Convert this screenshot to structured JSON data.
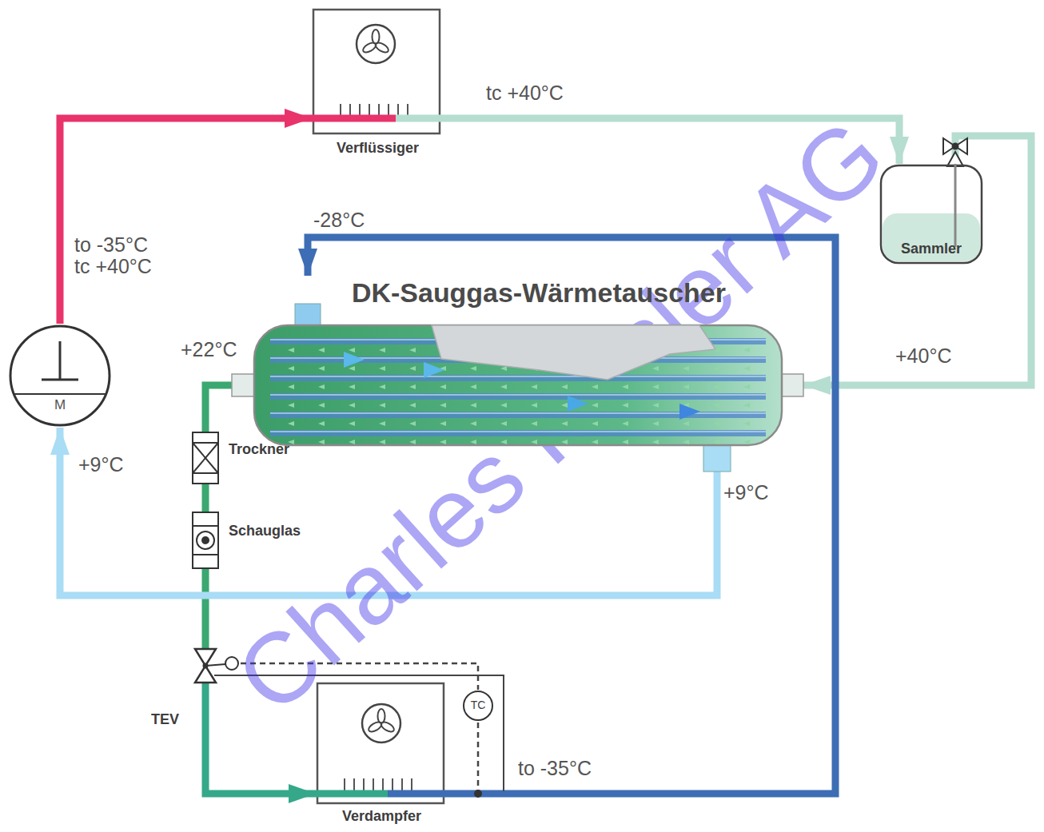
{
  "diagram": {
    "nodes": [
      {
        "text": [
          "Verflüssiger"
        ]
      },
      {
        "text": [
          "Sammler"
        ]
      },
      {
        "text": [
          "DK-Sauggas-Wärmetauscher"
        ]
      },
      {
        "text": [
          "M"
        ]
      },
      {
        "text": [
          "Trockner"
        ]
      },
      {
        "text": [
          "Schauglas"
        ]
      },
      {
        "text": [
          "TEV"
        ]
      },
      {
        "text": [
          "TC"
        ]
      },
      {
        "text": [
          "Verdampfer"
        ]
      }
    ],
    "edges": [
      {
        "from": 3,
        "to": 0,
        "arrow": "to"
      },
      {
        "from": 0,
        "to": 1,
        "arrow": "to"
      },
      {
        "from": 1,
        "to": 2,
        "arrow": "to"
      },
      {
        "from": 2,
        "to": 4,
        "arrow": "none"
      },
      {
        "from": 4,
        "to": 5,
        "arrow": "none"
      },
      {
        "from": 5,
        "to": 6,
        "arrow": "none"
      },
      {
        "from": 6,
        "to": 8,
        "arrow": "to"
      },
      {
        "from": 8,
        "to": 2,
        "arrow": "to"
      },
      {
        "from": 2,
        "to": 3,
        "arrow": "to"
      },
      {
        "from": 6,
        "to": 7,
        "arrow": "none"
      }
    ],
    "labels": [
      "tc +40°C",
      "to -35°C",
      "tc +40°C",
      "-28°C",
      "+22°C",
      "+40°C",
      "+9°C",
      "+9°C",
      "to -35°C",
      "Charles Hasler AG"
    ]
  }
}
